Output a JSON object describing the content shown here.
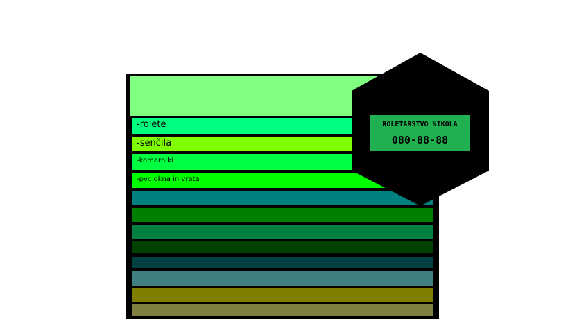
{
  "menu": {
    "items": [
      {
        "label": "-rolete",
        "color": "#00ff80"
      },
      {
        "label": "-senčila",
        "color": "#80ff00"
      },
      {
        "label": "-komarniki",
        "color": "#00ff40"
      },
      {
        "label": "-pvc okna in vrata",
        "color": "#00ff00"
      }
    ]
  },
  "palette": {
    "header": "#80ff80",
    "board": "#000000",
    "lower_stripes": [
      "#008080",
      "#008000",
      "#008040",
      "#004000",
      "#004040",
      "#408080",
      "#808000",
      "#808040"
    ]
  },
  "badge": {
    "name": "ROLETARSTVO NIKOLA",
    "phone": "080-88-88",
    "background": "#20b050",
    "hexagon_color": "#000000"
  }
}
